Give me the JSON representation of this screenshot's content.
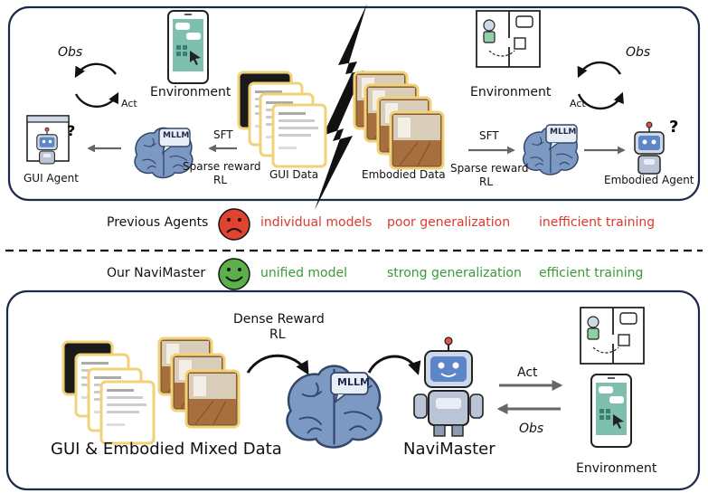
{
  "top": {
    "gui": {
      "obs": "Obs",
      "act": "Act",
      "environment": "Environment",
      "sft": "SFT",
      "sparse_reward": "Sparse reward",
      "rl": "RL",
      "data_label": "GUI Data",
      "agent_label": "GUI Agent",
      "mllm": "MLLM"
    },
    "embodied": {
      "obs": "Obs",
      "act": "Act",
      "environment": "Environment",
      "sft": "SFT",
      "sparse_reward": "Sparse reward",
      "rl": "RL",
      "data_label": "Embodied Data",
      "agent_label": "Embodied Agent",
      "mllm": "MLLM"
    }
  },
  "previous": {
    "label": "Previous Agents",
    "items": [
      "individual models",
      "poor generalization",
      "inefficient training"
    ]
  },
  "ours": {
    "label": "Our NaviMaster",
    "items": [
      "unified model",
      "strong generalization",
      "efficient training"
    ]
  },
  "bottom": {
    "dense_reward": "Dense Reward",
    "rl": "RL",
    "mllm": "MLLM",
    "data_label": "GUI & Embodied Mixed Data",
    "agent_label": "NaviMaster",
    "act": "Act",
    "obs": "Obs",
    "environment": "Environment"
  },
  "colors": {
    "frame": "#1e2a4a",
    "negative": "#d93a2b",
    "positive": "#3a9a35",
    "brain": "#6f8fb8",
    "phone": "#7fbfb0",
    "robot": "#9fb0c8"
  }
}
